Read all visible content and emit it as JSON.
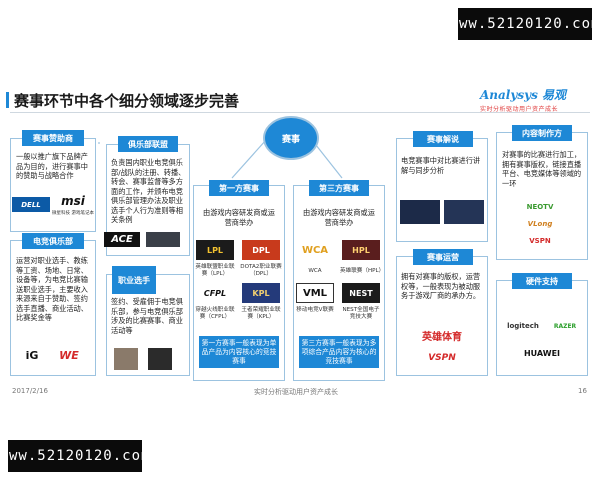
{
  "watermark_top": "www.52120120.com",
  "watermark_bottom": "www.52120120.com",
  "title": "赛事环节中各个细分领域逐步完善",
  "brand": {
    "name": "Analysys 易观",
    "tagline": "实时分析驱动用户资产成长"
  },
  "root_label": "赛事",
  "sponsor": {
    "header": "赛事赞助商",
    "desc": "一般以推广旗下品牌产品为目的，进行赛事中的赞助与战略合作",
    "logos": [
      "DELL",
      "msi",
      "ACE"
    ],
    "msi_sub": "微星科技 游戏笔记本"
  },
  "club_alliance": {
    "header": "俱乐部联盟",
    "desc": "负责国内职业电竞俱乐部/战队的注册、转播、转会、赛事监督等多方面的工作，并颁布电竞俱乐部管理办法及职业选手个人行为准则等相关条例"
  },
  "esports_club": {
    "header": "电竞俱乐部",
    "desc": "运营对职业选手、教练等工资、场地、日常、设备等，为电竞比赛输送职业选手，主要收入来源来自于赞助、签约选手直播、商业活动、比赛奖金等",
    "logos": [
      "iG",
      "WE"
    ]
  },
  "pro_player": {
    "header": "职业选手",
    "desc": "签约、受雇佣于电竞俱乐部，参与电竞俱乐部涉及的比赛赛事、商业活动等"
  },
  "first_party": {
    "header": "第一方赛事",
    "desc": "由游戏内容研发商或运营商举办",
    "items": [
      {
        "logo": "LPL",
        "caption": "英雄联盟职业联赛（LPL）"
      },
      {
        "logo": "DPL",
        "caption": "DOTA2职业联赛（DPL）"
      },
      {
        "logo": "CFPL",
        "caption": "穿越火线职业联赛（CFPL）"
      },
      {
        "logo": "KPL",
        "caption": "王者荣耀职业联赛（KPL）"
      }
    ],
    "note": "第一方赛事一般表现为单品产品为内容核心的竞技赛事"
  },
  "third_party": {
    "header": "第三方赛事",
    "desc": "由游戏内容研发商或运营商举办",
    "items": [
      {
        "logo": "WCA",
        "caption": "WCA"
      },
      {
        "logo": "HPL",
        "caption": "英雄联赛（HPL）"
      },
      {
        "logo": "VML",
        "caption": "移动电竞V联赛"
      },
      {
        "logo": "NEST",
        "caption": "NEST全国电子竞技大赛"
      }
    ],
    "note": "第三方赛事一般表现为多项综合产品内容为核心的竞技赛事"
  },
  "commentary": {
    "header": "赛事解说",
    "desc": "电竞赛事中对比赛进行讲解与同步分析"
  },
  "content": {
    "header": "内容制作方",
    "desc": "对赛事的比赛进行加工，拥有赛事版权，链接直播平台、电竞媒体等领域的一环",
    "logos": [
      "NEOTV",
      "VSPN",
      "VLong"
    ]
  },
  "operation": {
    "header": "赛事运营",
    "desc": "拥有对赛事的版权，运营权等，一般表现为被动服务于游戏厂商的承办方。",
    "logos": [
      "英雄体育",
      "VSPN"
    ]
  },
  "hardware": {
    "header": "硬件支持",
    "logos": [
      "logitech",
      "RAZER",
      "HUAWEI"
    ]
  },
  "footer": {
    "date": "2017/2/16",
    "center": "实时分析驱动用户资产成长",
    "page": "16"
  }
}
